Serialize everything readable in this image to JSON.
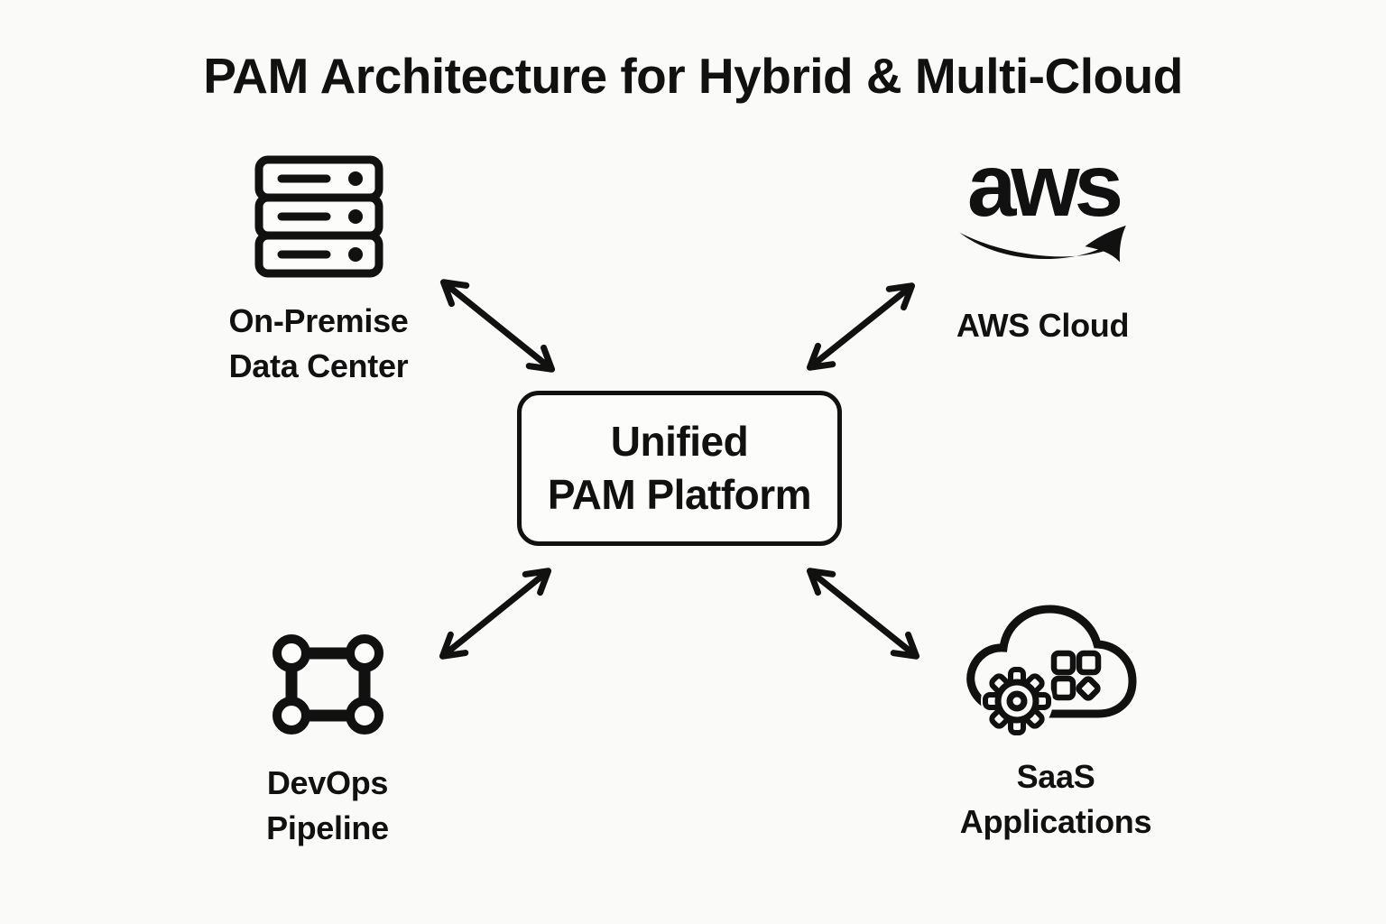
{
  "title": "PAM Architecture for Hybrid & Multi-Cloud",
  "center_box": {
    "line1": "Unified",
    "line2": "PAM Platform"
  },
  "nodes": {
    "on_premise": {
      "icon": "server-rack-icon",
      "line1": "On-Premise",
      "line2": "Data Center"
    },
    "aws": {
      "icon": "aws-smile-logo",
      "logo_text": "aws",
      "label": "AWS Cloud"
    },
    "devops": {
      "icon": "pipeline-nodes-icon",
      "line1": "DevOps",
      "line2": "Pipeline"
    },
    "saas": {
      "icon": "saas-cloud-icon",
      "line1": "SaaS",
      "line2": "Applications"
    }
  },
  "connections": [
    {
      "from": "on_premise",
      "to": "center",
      "style": "double-headed-arrow"
    },
    {
      "from": "aws",
      "to": "center",
      "style": "double-headed-arrow"
    },
    {
      "from": "devops",
      "to": "center",
      "style": "double-headed-arrow"
    },
    {
      "from": "saas",
      "to": "center",
      "style": "double-headed-arrow"
    }
  ],
  "colors": {
    "ink": "#111111",
    "background": "#fafaf8"
  }
}
